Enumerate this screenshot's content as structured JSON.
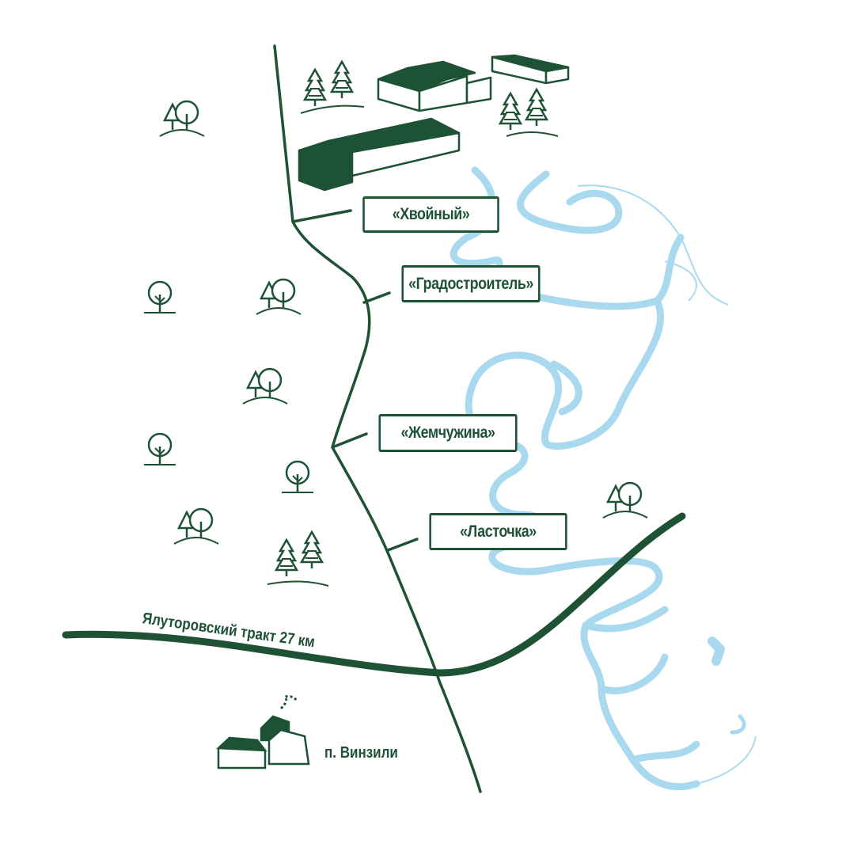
{
  "colors": {
    "road": "#1e5234",
    "river": "#a9d9ef",
    "label_text": "#1e5234"
  },
  "labels": {
    "khvoyny": "«Хвойный»",
    "gradostroitel": "«Градостроитель»",
    "zhemchuzhina": "«Жемчужина»",
    "lastochka": "«Ласточка»"
  },
  "highway_label": "Ялуторовский тракт 27 км",
  "village_label": "п. Винзили"
}
